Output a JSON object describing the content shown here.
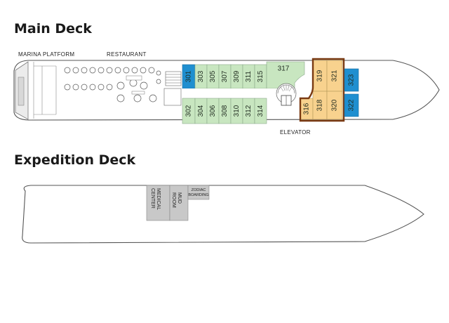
{
  "main_deck": {
    "title": "Main Deck",
    "labels": {
      "marina": "MARINA PLATFORM",
      "restaurant": "RESTAURANT",
      "elevator": "ELEVATOR"
    },
    "cabins": [
      {
        "id": "301",
        "type": "blue"
      },
      {
        "id": "303",
        "type": "green"
      },
      {
        "id": "305",
        "type": "green"
      },
      {
        "id": "307",
        "type": "green"
      },
      {
        "id": "309",
        "type": "green"
      },
      {
        "id": "311",
        "type": "green"
      },
      {
        "id": "315",
        "type": "green"
      },
      {
        "id": "317",
        "type": "green"
      },
      {
        "id": "319",
        "type": "orange"
      },
      {
        "id": "321",
        "type": "orange"
      },
      {
        "id": "323",
        "type": "blue"
      },
      {
        "id": "302",
        "type": "green"
      },
      {
        "id": "304",
        "type": "green"
      },
      {
        "id": "306",
        "type": "green"
      },
      {
        "id": "308",
        "type": "green"
      },
      {
        "id": "310",
        "type": "green"
      },
      {
        "id": "312",
        "type": "green"
      },
      {
        "id": "314",
        "type": "green"
      },
      {
        "id": "316",
        "type": "orange"
      },
      {
        "id": "318",
        "type": "orange"
      },
      {
        "id": "320",
        "type": "orange"
      },
      {
        "id": "322",
        "type": "blue"
      }
    ],
    "colors": {
      "green": "#c8e6c0",
      "blue": "#1f8fd0",
      "orange": "#f8d28e",
      "outline": "#7a3a12"
    }
  },
  "expedition_deck": {
    "title": "Expedition Deck",
    "rooms": {
      "medical": "MEDICAL CENTER",
      "mud": "MUD ROOM",
      "zodiac": "ZODIAC BOARDING"
    }
  }
}
